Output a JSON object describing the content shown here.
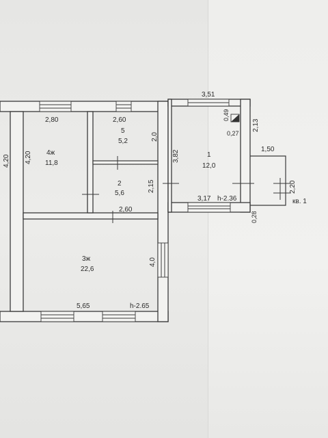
{
  "rooms": {
    "r1": {
      "number": "1",
      "area": "12,0"
    },
    "r2": {
      "number": "2",
      "area": "5,6"
    },
    "r3": {
      "number": "3ж",
      "area": "22,6"
    },
    "r4": {
      "number": "4ж",
      "area": "11,8"
    },
    "r5": {
      "number": "5",
      "area": "5,2"
    }
  },
  "dimensions": {
    "top_2_80": "2,80",
    "top_2_60": "2,60",
    "top_3_51": "3,51",
    "left_4_20_a": "4,20",
    "left_4_20_b": "4,20",
    "r5_2_0": "2,0",
    "r1_3_82": "3,82",
    "r2_2_15": "2,15",
    "mid_2_60": "2,60",
    "r3_4_0": "4,0",
    "bottom_5_65": "5,65",
    "r1_3_17": "3,17",
    "tiny_0_49": "0,49",
    "tiny_0_27": "0,27",
    "right_2_13": "2,13",
    "porch_1_50": "1,50",
    "porch_2_20": "2,20",
    "porch_0_28": "0,28"
  },
  "heights": {
    "h_main": "h-2.65",
    "h_r1": "h-2.36"
  },
  "apartment_label": "кв. 1"
}
